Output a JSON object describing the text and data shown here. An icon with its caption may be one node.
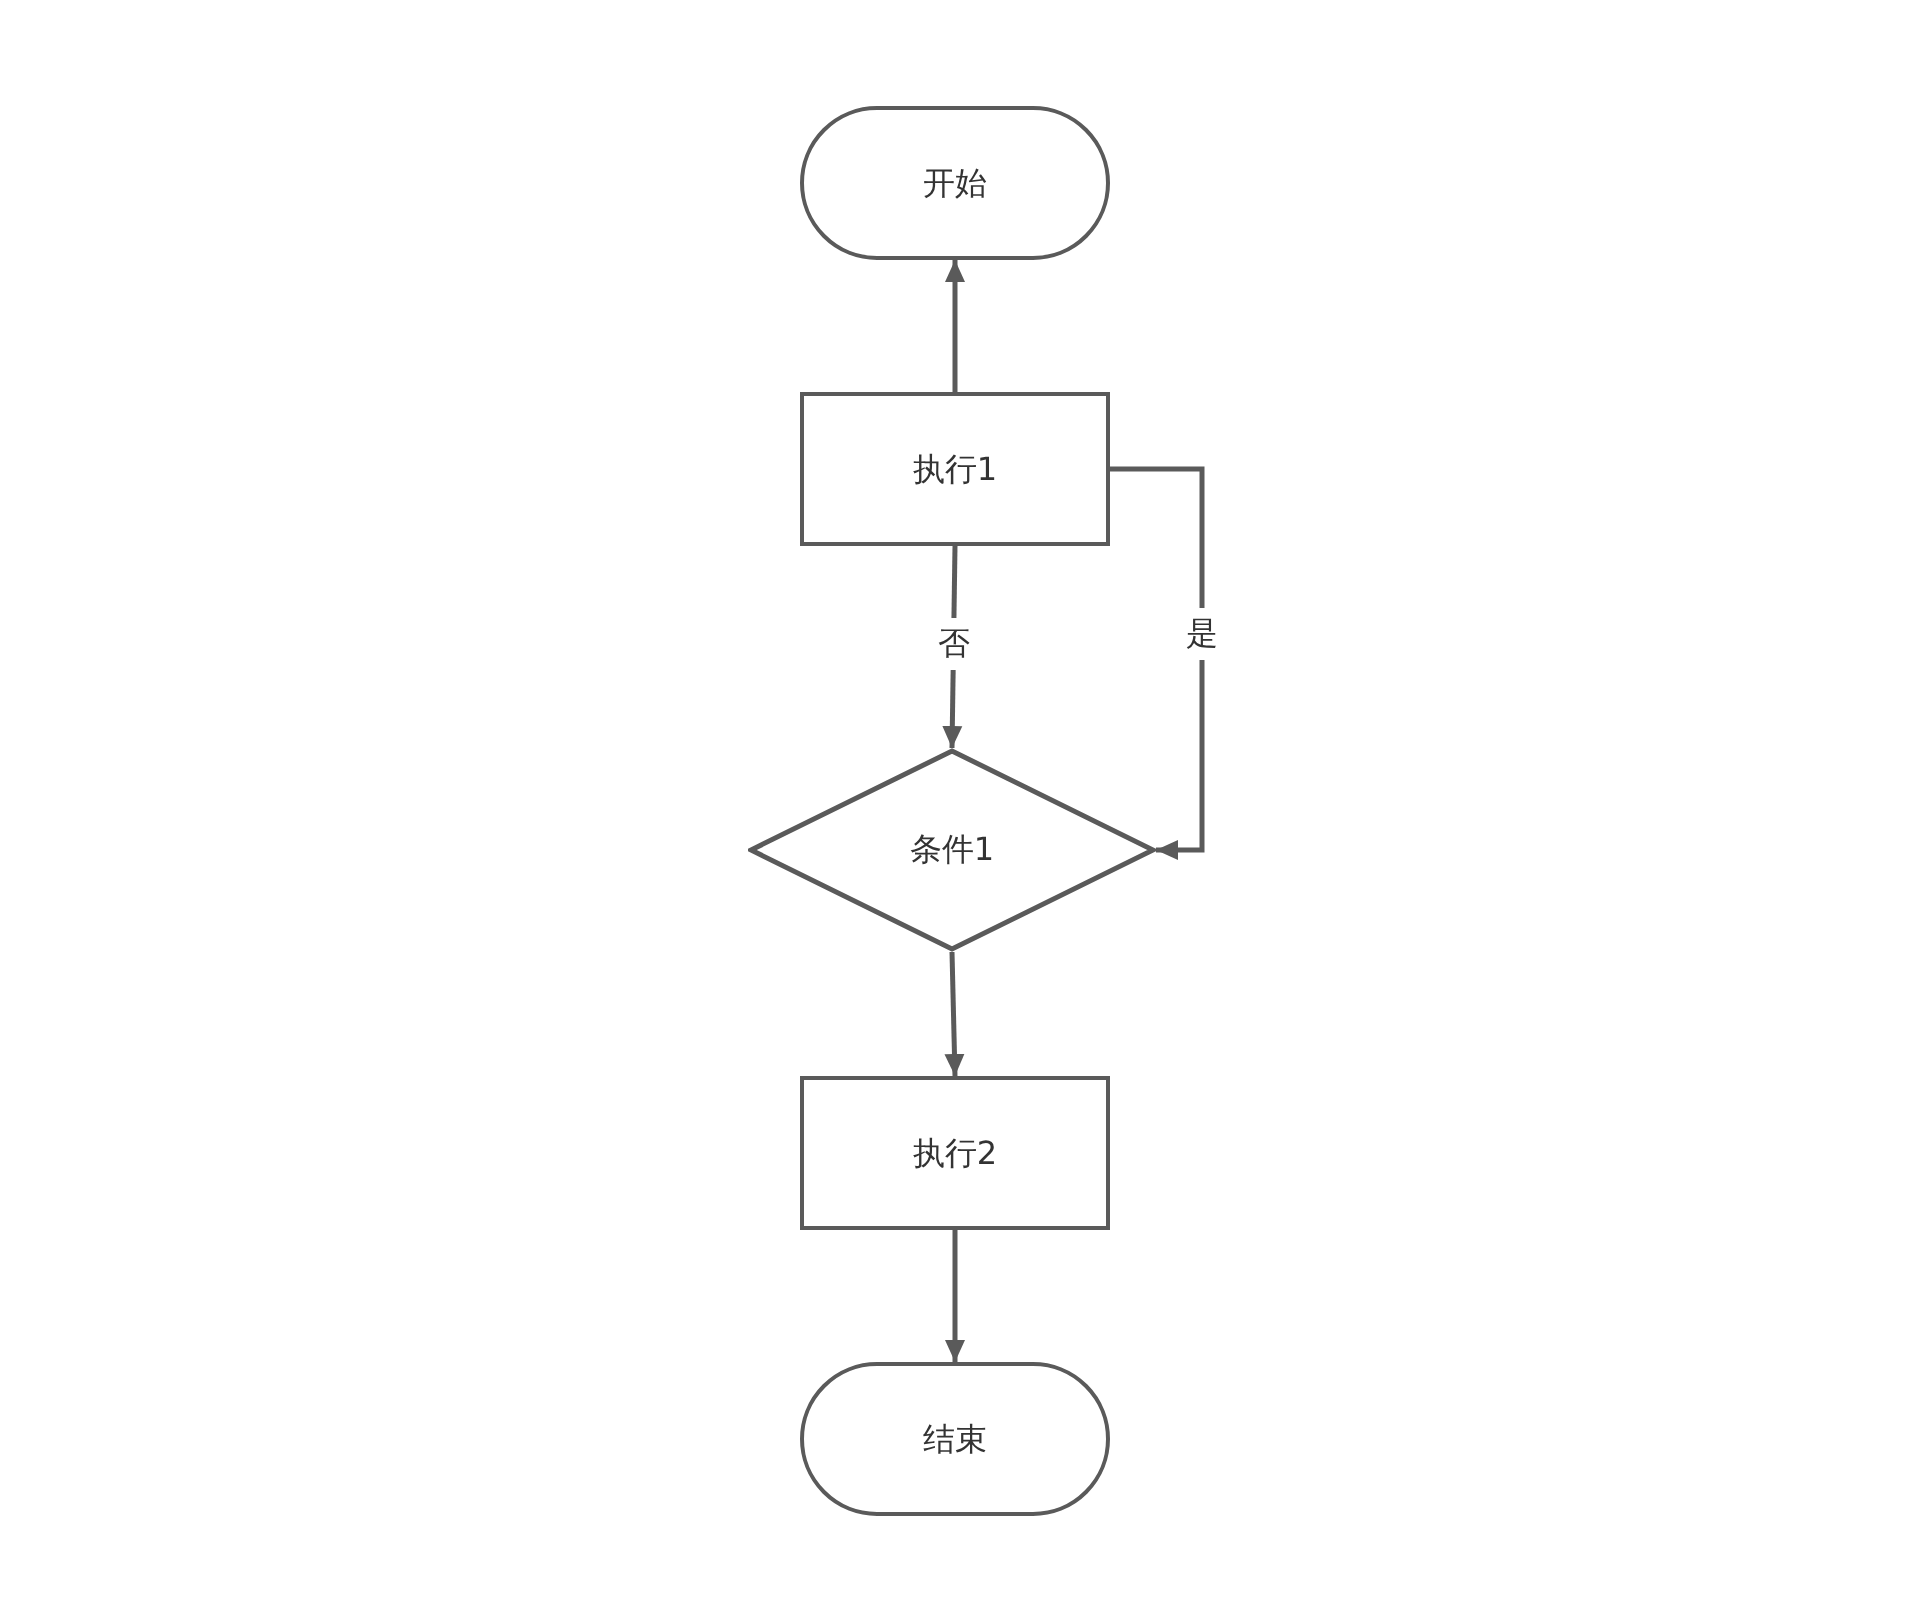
{
  "diagram": {
    "nodes": [
      {
        "text": [
          "开始"
        ]
      },
      {
        "text": [
          "执行1"
        ]
      },
      {
        "text": [
          "条件1"
        ]
      },
      {
        "text": [
          "执行2"
        ]
      },
      {
        "text": [
          "结束"
        ]
      }
    ],
    "edges": [
      {
        "from": 1,
        "to": 0,
        "arrow": "to"
      },
      {
        "from": 1,
        "to": 2,
        "arrow": "to",
        "label": "否"
      },
      {
        "from": 1,
        "to": 2,
        "arrow": "to",
        "label": "是"
      },
      {
        "from": 2,
        "to": 3,
        "arrow": "to"
      },
      {
        "from": 3,
        "to": 4,
        "arrow": "to"
      }
    ]
  }
}
